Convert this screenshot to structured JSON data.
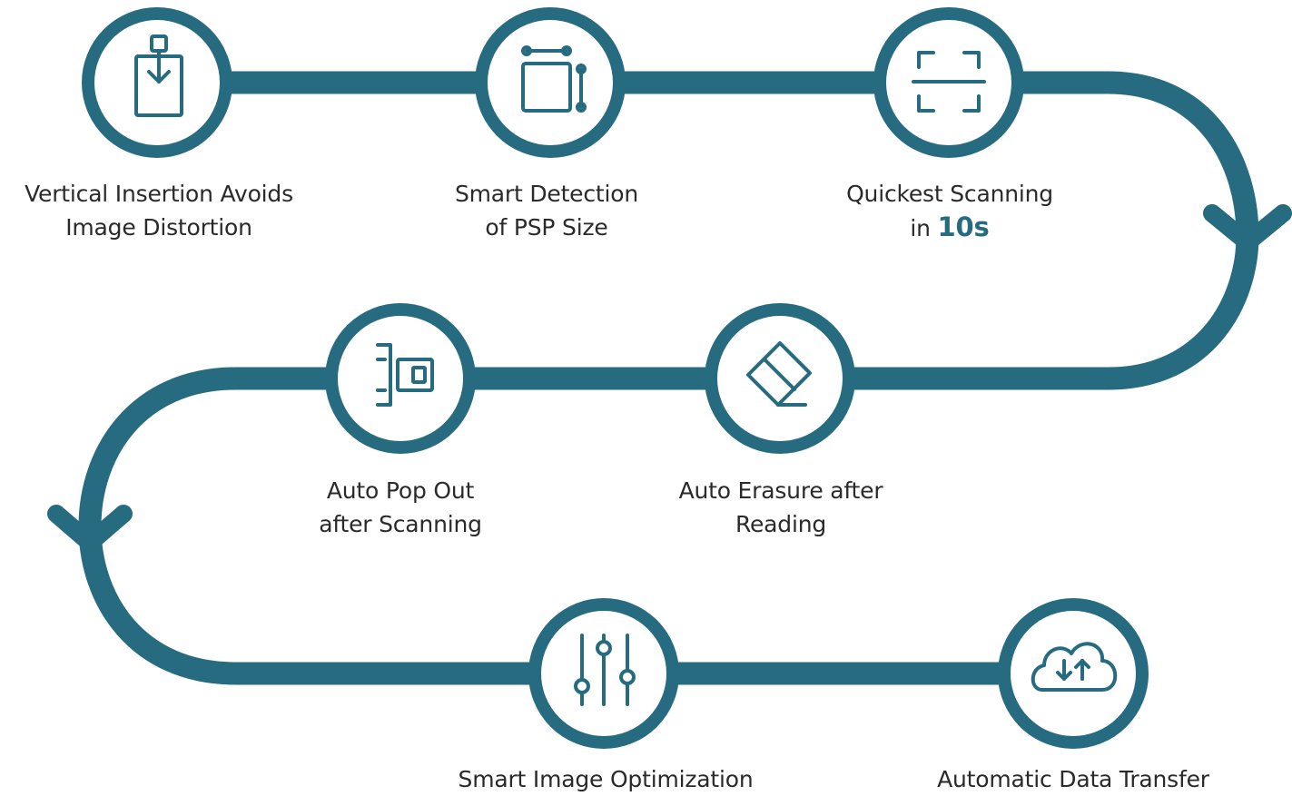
{
  "colors": {
    "path": "#266b80",
    "icon": "#266b80",
    "text": "#2a2a2a",
    "highlight": "#266b80",
    "background": "#ffffff"
  },
  "steps": [
    {
      "icon": "vertical-insertion-icon",
      "line1": "Vertical Insertion Avoids",
      "line2": "Image Distortion"
    },
    {
      "icon": "size-detection-icon",
      "line1": "Smart Detection",
      "line2": "of PSP Size"
    },
    {
      "icon": "scan-frame-icon",
      "line1": "Quickest Scanning",
      "line2_prefix": "in ",
      "line2_highlight": "10s"
    },
    {
      "icon": "eraser-icon",
      "line1": "Auto Erasure after",
      "line2": "Reading"
    },
    {
      "icon": "pop-out-icon",
      "line1": "Auto Pop Out",
      "line2": "after Scanning"
    },
    {
      "icon": "sliders-icon",
      "line1": "Smart Image Optimization"
    },
    {
      "icon": "cloud-transfer-icon",
      "line1": "Automatic Data Transfer"
    }
  ]
}
